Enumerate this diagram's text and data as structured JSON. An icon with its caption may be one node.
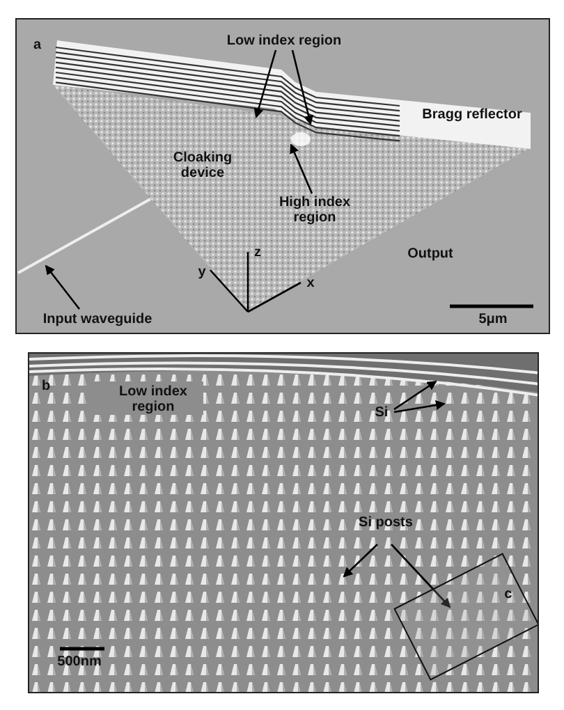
{
  "diagram": {
    "nodes": [
      {
        "text": [
          "a"
        ]
      },
      {
        "text": [
          "Low index region"
        ],
        "in": 0
      },
      {
        "text": [
          "High index region"
        ],
        "in": 0
      },
      {
        "text": [
          "Input waveguide"
        ],
        "in": 0
      },
      {
        "text": [
          "b"
        ]
      },
      {
        "text": [
          "Si"
        ],
        "in": 4
      },
      {
        "text": [
          "Si posts"
        ],
        "in": 4
      },
      {
        "text": [
          "c"
        ],
        "in": 4
      }
    ],
    "edges": [
      {
        "from": 1,
        "to": null,
        "arrow": "to"
      },
      {
        "from": 1,
        "to": null,
        "arrow": "to"
      },
      {
        "from": 2,
        "to": null,
        "arrow": "to"
      },
      {
        "from": 3,
        "to": null,
        "arrow": "to"
      },
      {
        "from": 5,
        "to": null,
        "arrow": "to"
      },
      {
        "from": 5,
        "to": null,
        "arrow": "to"
      },
      {
        "from": 6,
        "to": null,
        "arrow": "to"
      },
      {
        "from": 6,
        "to": 7,
        "arrow": "to"
      }
    ],
    "labels": [
      "Bragg reflector",
      "Cloaking device",
      "z",
      "y",
      "x",
      "Output",
      "5μm",
      "Low index region",
      "500nm"
    ]
  }
}
